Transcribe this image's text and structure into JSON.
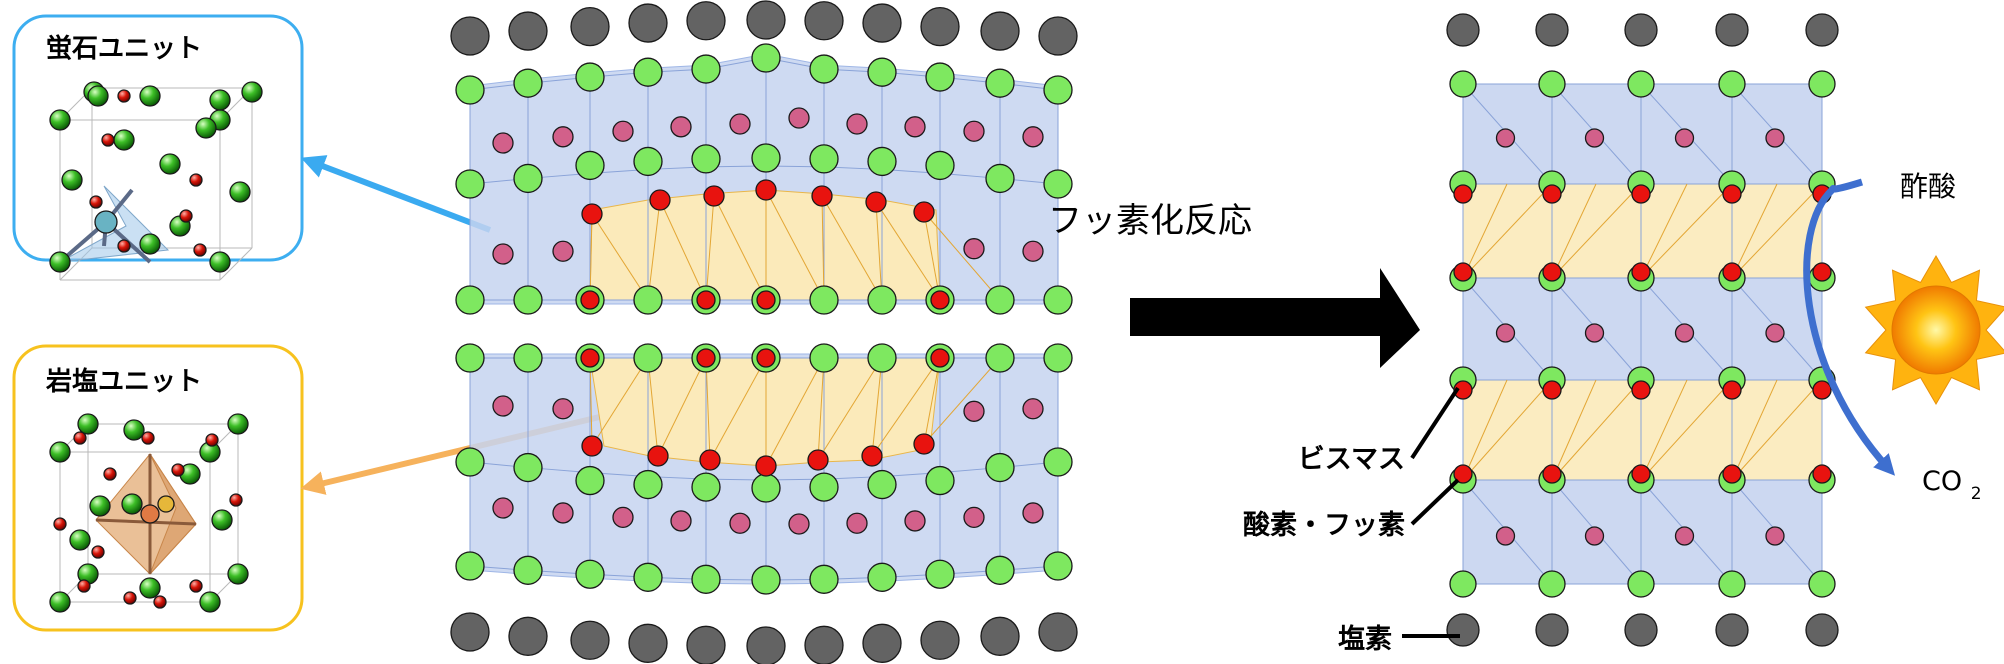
{
  "panels": {
    "fluorite": {
      "title": "蛍石ユニット",
      "frame_color": "#3daef0"
    },
    "rocksalt": {
      "title": "岩塩ユニット",
      "frame_color": "#f7c21e"
    }
  },
  "reaction": {
    "label": "フッ素化反応"
  },
  "legend": {
    "bismuth": "ビスマス",
    "oxygen_fluorine": "酸素・フッ素",
    "chlorine": "塩素"
  },
  "photocatalysis": {
    "reactant": "酢酸",
    "product_main": "CO",
    "product_sub": "2"
  },
  "colors": {
    "bismuth": "#7ee860",
    "oxygen": "#e8130f",
    "chlorine": "#636363",
    "inner_atom": "#d2608a",
    "fluorite_layer": "#c6d4f0",
    "rocksalt_layer": "#fbeaba",
    "blue_arrow": "#3aaaf0",
    "orange_arrow": "#f6b25c",
    "sun_arrow": "#3e6fcf"
  }
}
